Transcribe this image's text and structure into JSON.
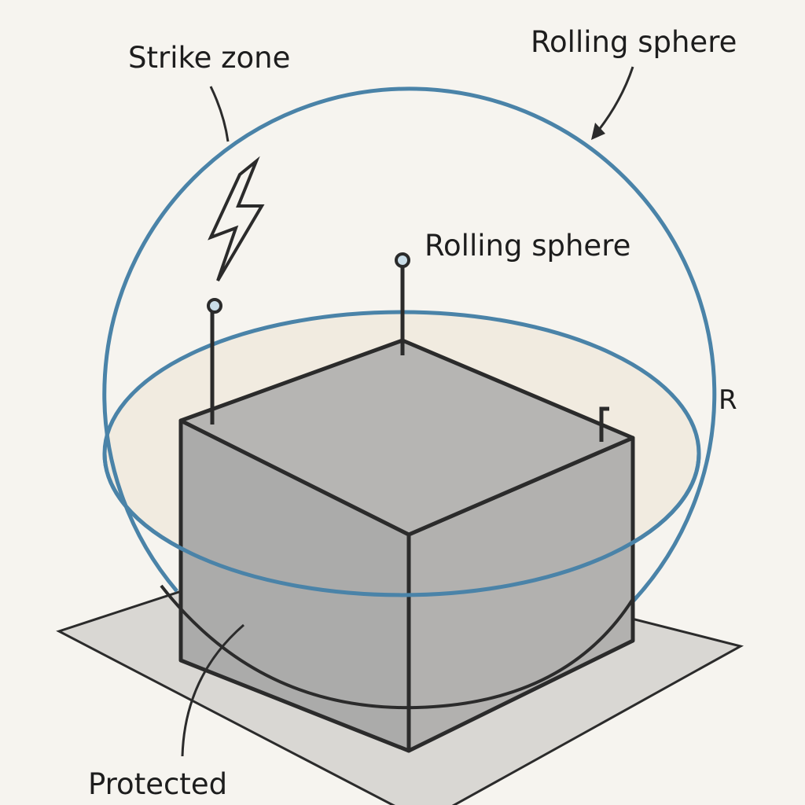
{
  "labels": {
    "strike_zone": "Strike zone",
    "rolling_sphere_top": "Rolling sphere",
    "rolling_sphere_mid": "Rolling sphere",
    "radius": "R",
    "protected": "Protected"
  },
  "colors": {
    "background": "#f6f4ef",
    "sphere": "#4a83a8",
    "ellipse_fill": "#f1ebe0",
    "ground": "#d9d7d3",
    "box_top": "#b6b5b3",
    "box_left": "#ababaa",
    "box_right": "#b2b1af",
    "line": "#2b2b2b",
    "rod_tip": "#c9dde8"
  }
}
